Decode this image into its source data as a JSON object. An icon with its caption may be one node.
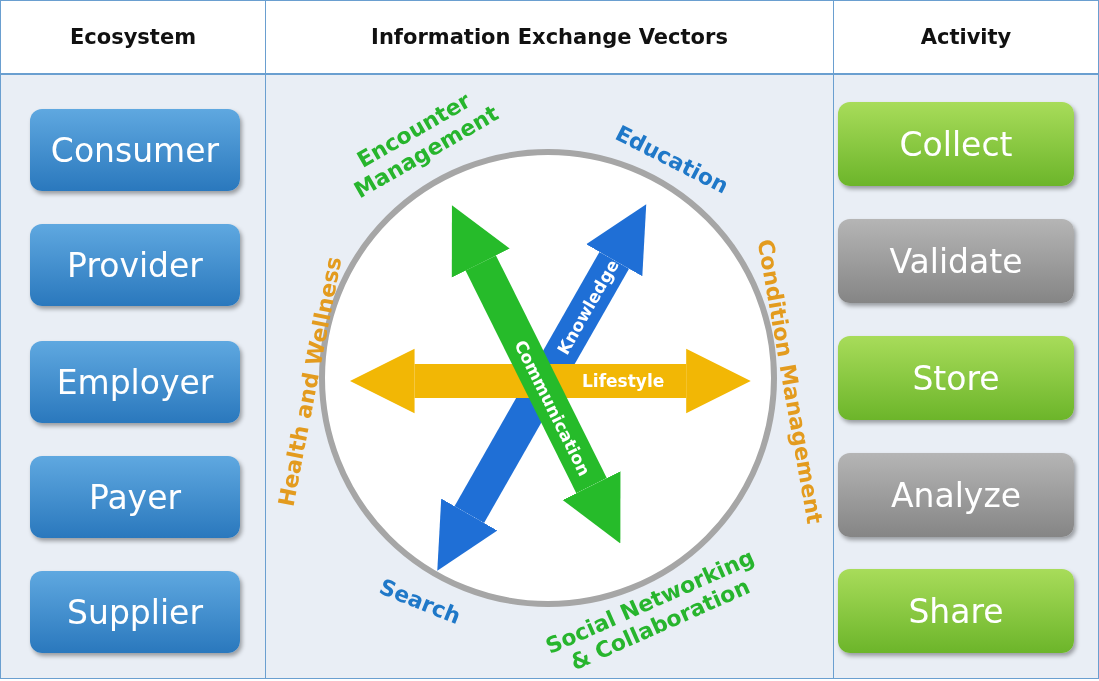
{
  "diagram": {
    "nodes": [
      {
        "text": [
          "Ecosystem"
        ]
      },
      {
        "text": [
          "Consumer"
        ],
        "in": 0
      },
      {
        "text": [
          "Provider"
        ],
        "in": 0
      },
      {
        "text": [
          "Employer"
        ],
        "in": 0
      },
      {
        "text": [
          "Payer"
        ],
        "in": 0
      },
      {
        "text": [
          "Supplier"
        ],
        "in": 0
      },
      {
        "text": [
          "Information Exchange Vectors"
        ]
      },
      {
        "text": [
          "Encounter Management"
        ],
        "in": 6
      },
      {
        "text": [
          "Education"
        ],
        "in": 6
      },
      {
        "text": [
          "Health and Wellness"
        ],
        "in": 6
      },
      {
        "text": [
          "Condition Management"
        ],
        "in": 6
      },
      {
        "text": [
          "Search"
        ],
        "in": 6
      },
      {
        "text": [
          "Social Networking & Collaboration"
        ],
        "in": 6
      },
      {
        "text": [
          "Activity"
        ]
      },
      {
        "text": [
          "Collect"
        ],
        "in": 13
      },
      {
        "text": [
          "Validate"
        ],
        "in": 13
      },
      {
        "text": [
          "Store"
        ],
        "in": 13
      },
      {
        "text": [
          "Analyze"
        ],
        "in": 13
      },
      {
        "text": [
          "Share"
        ],
        "in": 13
      }
    ],
    "edges": [
      {
        "from": 11,
        "to": 8,
        "arrow": "both",
        "label": "Knowledge",
        "color": "#1f6fd6"
      },
      {
        "from": 9,
        "to": 10,
        "arrow": "both",
        "label": "Lifestyle",
        "color": "#f2b705"
      },
      {
        "from": 7,
        "to": 12,
        "arrow": "both",
        "label": "Communication",
        "color": "#26bb2a"
      }
    ]
  }
}
